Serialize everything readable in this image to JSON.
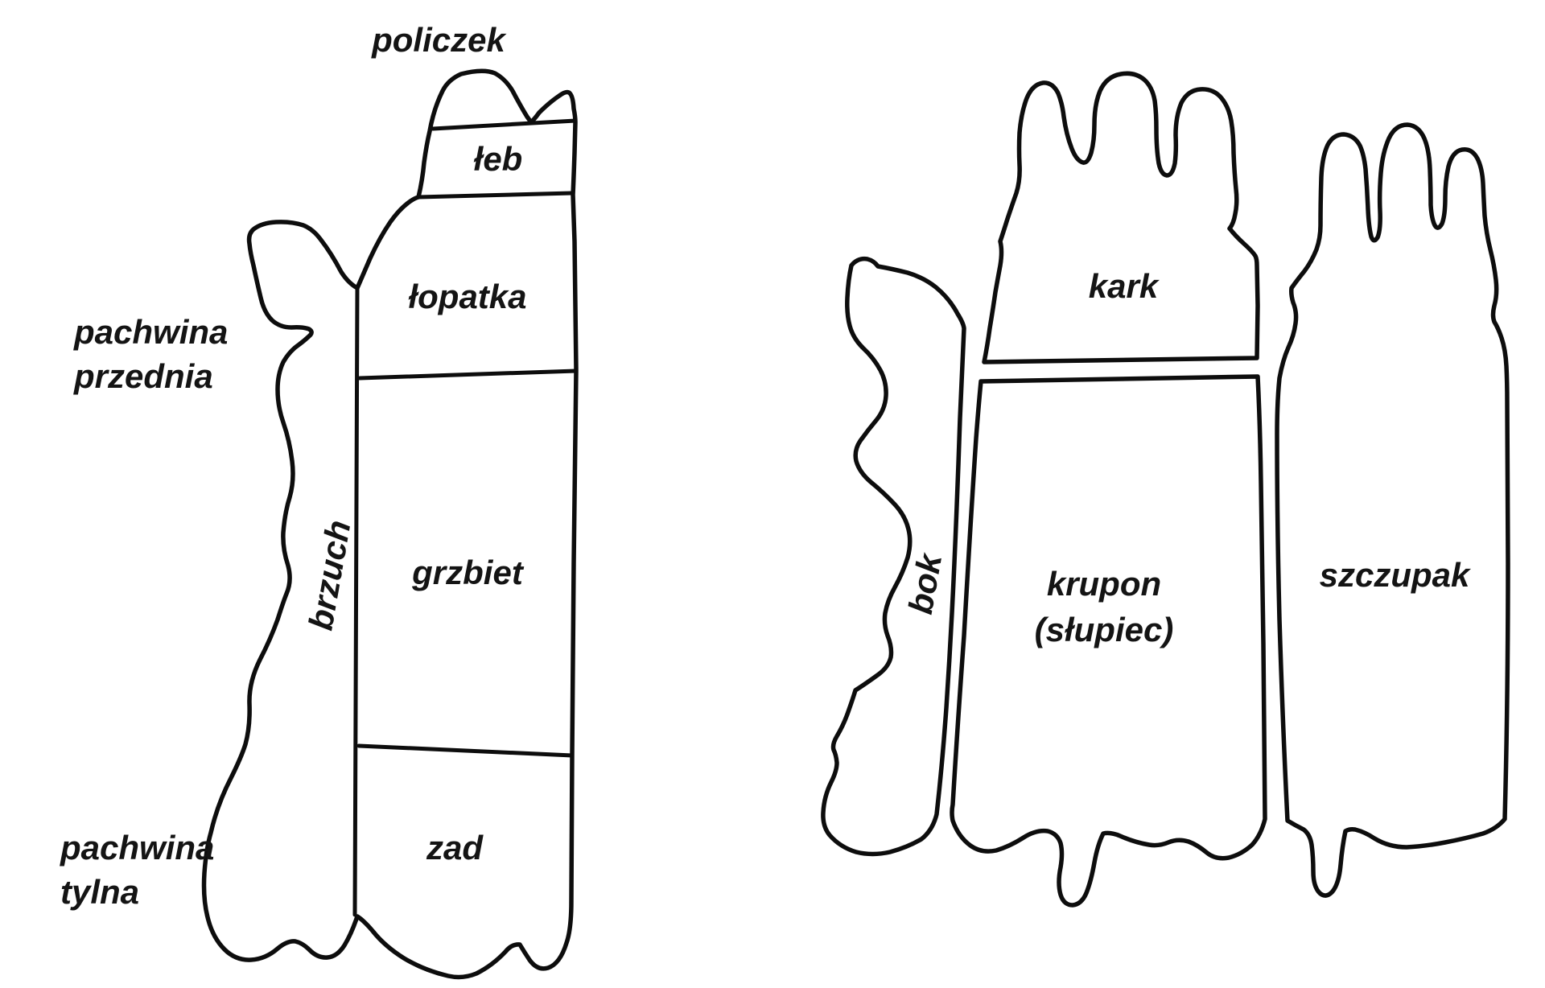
{
  "colors": {
    "outline": "#0d0d0d",
    "background": "#ffffff",
    "label_text": "#141414"
  },
  "left_hide": {
    "parts": {
      "policzek": "policzek",
      "leb": "łeb",
      "lopatka": "łopatka",
      "grzbiet": "grzbiet",
      "zad": "zad",
      "brzuch": "brzuch"
    },
    "outer_labels": {
      "pachwina_przednia": {
        "line1": "pachwina",
        "line2": "przednia"
      },
      "pachwina_tylna": {
        "line1": "pachwina",
        "line2": "tylna"
      }
    }
  },
  "right_hides": {
    "parts": {
      "kark": "kark",
      "bok": "bok",
      "krupon": {
        "line1": "krupon",
        "line2": "(słupiec)"
      },
      "szczupak": "szczupak"
    }
  }
}
